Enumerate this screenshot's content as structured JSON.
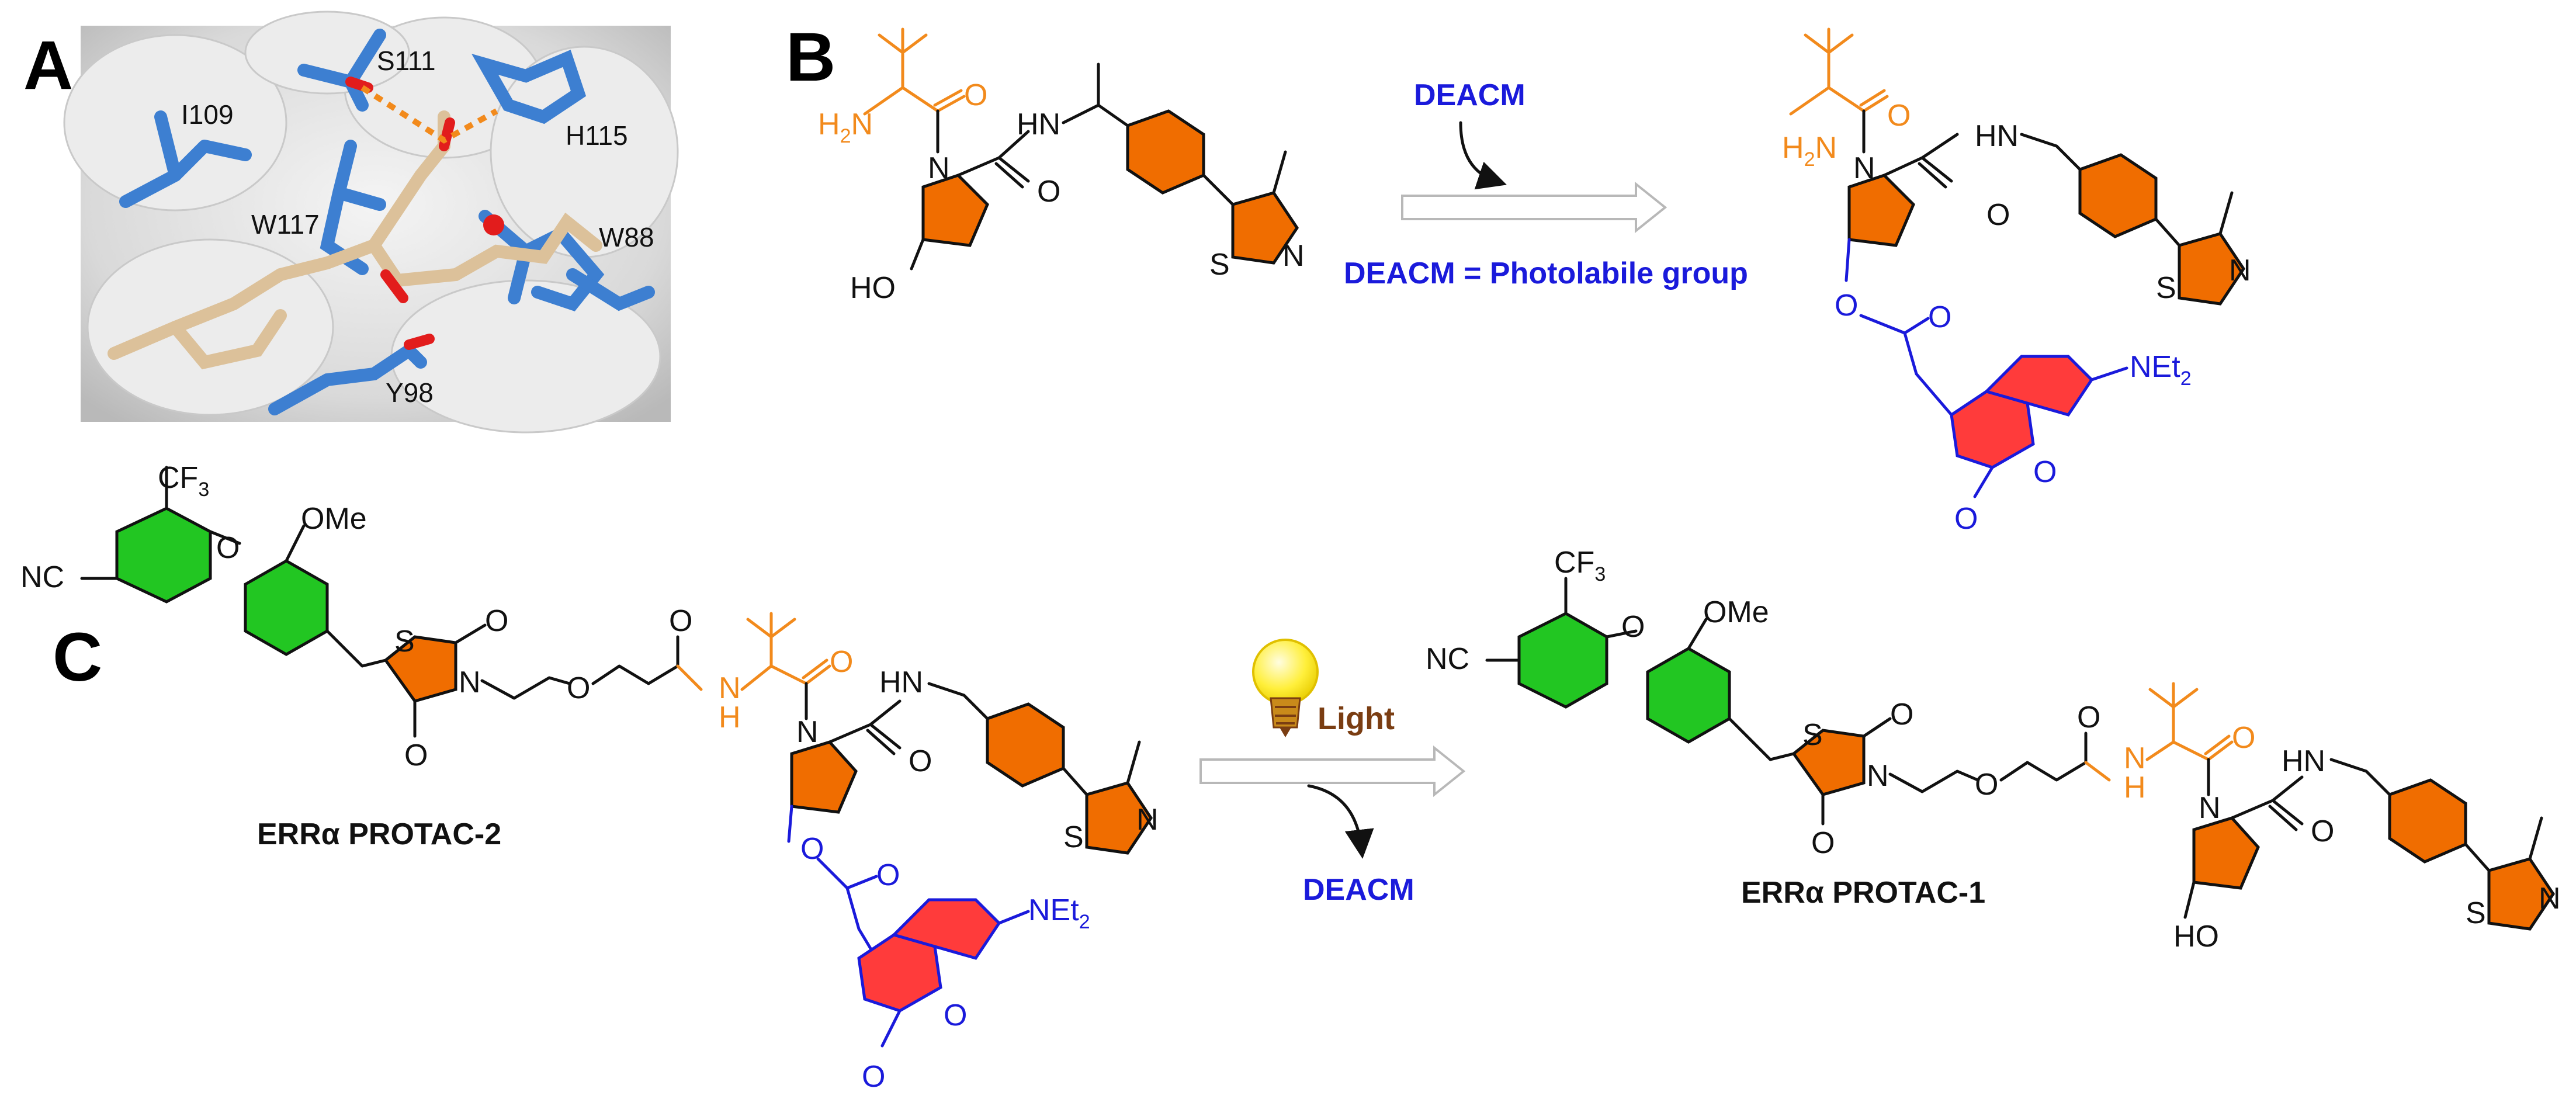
{
  "panels": {
    "a": "A",
    "b": "B",
    "c": "C"
  },
  "panel_a": {
    "residues": {
      "s111": "S111",
      "i109": "I109",
      "h115": "H115",
      "w117": "W117",
      "w88": "W88",
      "y98": "Y98"
    }
  },
  "panel_b": {
    "reagent": "DEACM",
    "definition": "DEACM = Photolabile group"
  },
  "panel_c": {
    "light_label": "Light",
    "released": "DEACM",
    "left_compound": "ERRα PROTAC-2",
    "right_compound": "ERRα PROTAC-1"
  },
  "atoms": {
    "h2n_h": "H",
    "h2n_sub": "2",
    "h2n_n": "N",
    "o": "O",
    "n": "N",
    "hn": "HN",
    "h": "H",
    "s": "S",
    "ho": "HO",
    "net2_a": "NEt",
    "net2_sub": "2",
    "cf3_a": "CF",
    "cf3_sub": "3",
    "ome": "OMe",
    "nc": "NC"
  },
  "colors": {
    "tbu_orange": "#f28a1c",
    "ring_orange": "#f06d00",
    "ring_green": "#22c622",
    "coumarin_red": "#ff3b3b",
    "deacm_blue": "#1a1adb",
    "protein_blue": "#3d7fd1",
    "ligand_tan": "#dcc19a",
    "hbond": "#f28a1c",
    "light_brown": "#7a3d12"
  },
  "icons": [
    "light-bulb-icon",
    "reaction-arrow",
    "curved-arrow"
  ]
}
